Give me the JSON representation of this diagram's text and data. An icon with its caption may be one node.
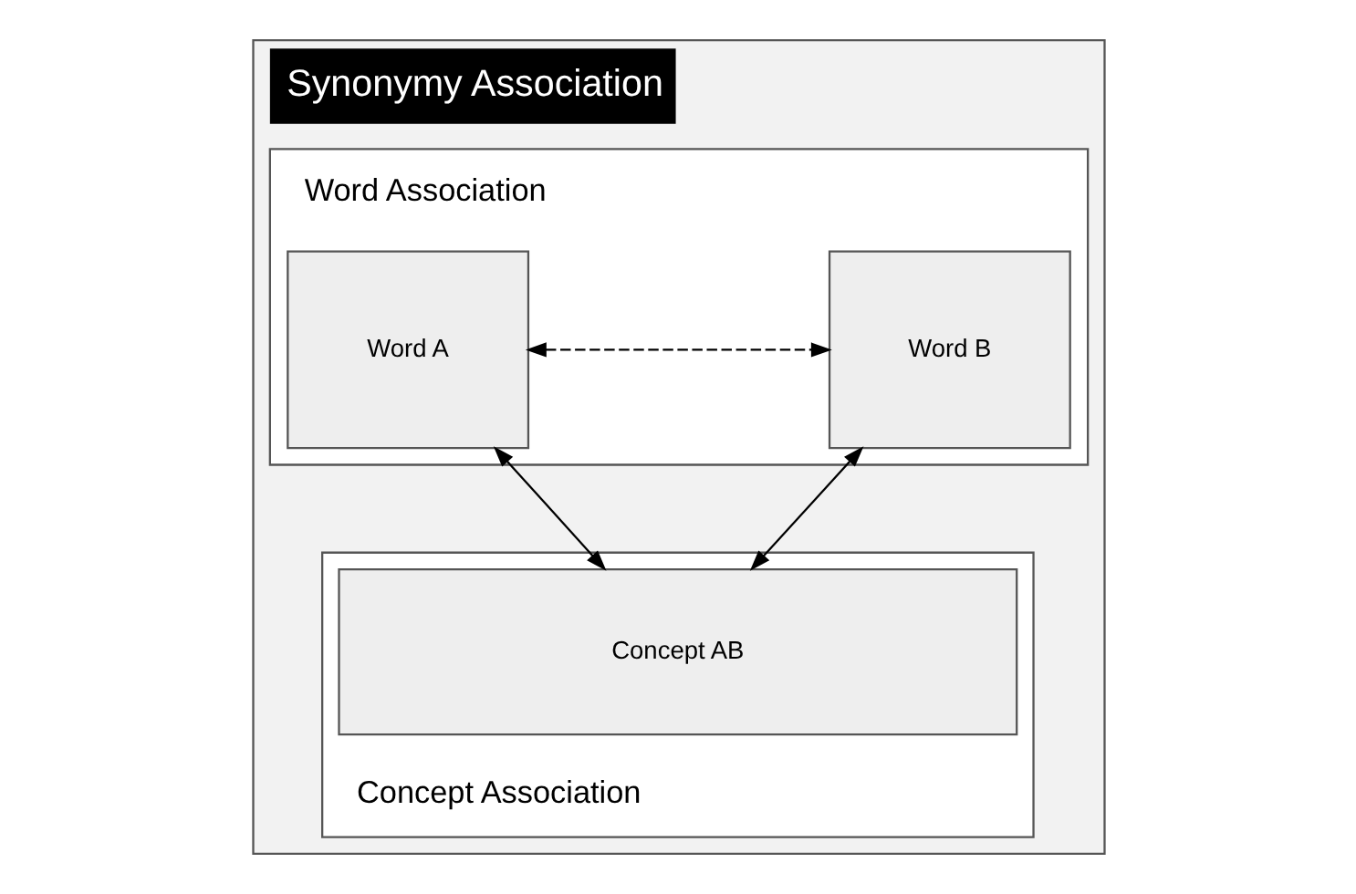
{
  "diagram": {
    "nodes": [
      {
        "text": [
          "Synonymy Association"
        ]
      },
      {
        "text": [
          "Word Association"
        ],
        "in": 0
      },
      {
        "text": [
          "Word A"
        ],
        "in": 1
      },
      {
        "text": [
          "Word B"
        ],
        "in": 1
      },
      {
        "text": [
          "Concept Association"
        ],
        "in": 0
      },
      {
        "text": [
          "Concept AB"
        ],
        "in": 4
      }
    ],
    "edges": [
      {
        "from": 2,
        "to": 3,
        "arrow": "both",
        "style": "dashed"
      },
      {
        "from": 2,
        "to": 5,
        "arrow": "both"
      },
      {
        "from": 3,
        "to": 5,
        "arrow": "both"
      }
    ]
  }
}
